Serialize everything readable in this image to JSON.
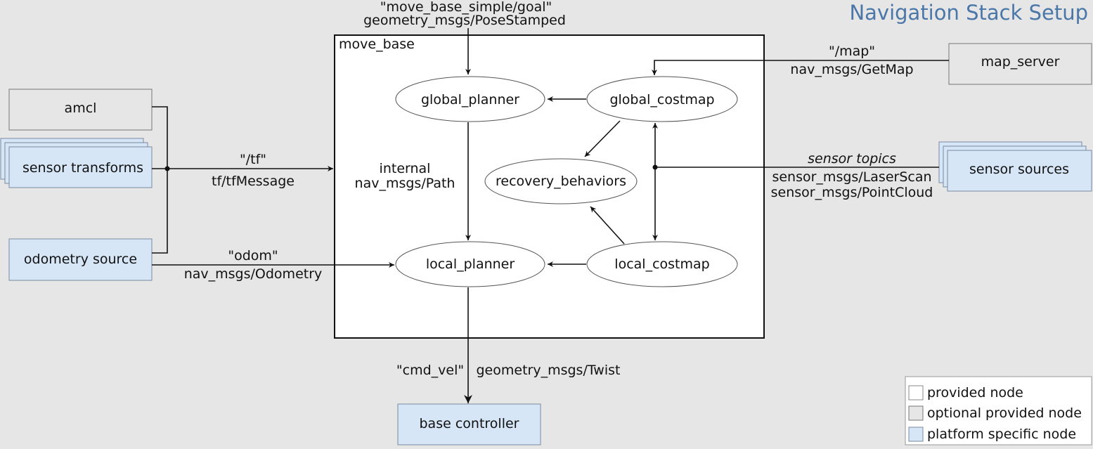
{
  "title": "Navigation Stack Setup",
  "container": {
    "label": "move_base"
  },
  "nodes": {
    "amcl": "amcl",
    "sensor_transforms": "sensor transforms",
    "odometry_source": "odometry source",
    "map_server": "map_server",
    "sensor_sources": "sensor sources",
    "base_controller": "base controller",
    "global_planner": "global_planner",
    "global_costmap": "global_costmap",
    "recovery_behaviors": "recovery_behaviors",
    "local_planner": "local_planner",
    "local_costmap": "local_costmap"
  },
  "edges": {
    "goal_topic": "\"move_base_simple/goal\"",
    "goal_type": "geometry_msgs/PoseStamped",
    "tf_topic": "\"/tf\"",
    "tf_type": "tf/tfMessage",
    "odom_topic": "\"odom\"",
    "odom_type": "nav_msgs/Odometry",
    "map_topic": "\"/map\"",
    "map_type": "nav_msgs/GetMap",
    "sensor_topics": "sensor topics",
    "sensor_type1": "sensor_msgs/LaserScan",
    "sensor_type2": "sensor_msgs/PointCloud",
    "internal_1": "internal",
    "internal_2": "nav_msgs/Path",
    "cmd_vel_topic": "\"cmd_vel\"",
    "cmd_vel_type": "geometry_msgs/Twist"
  },
  "legend": {
    "provided": "provided node",
    "optional": "optional provided node",
    "platform": "platform specific node"
  },
  "colors": {
    "title": "#4a77a8",
    "background": "#e6e6e6",
    "provided": "#ffffff",
    "optional": "#e6e6e6",
    "platform": "#d6e6f7"
  }
}
